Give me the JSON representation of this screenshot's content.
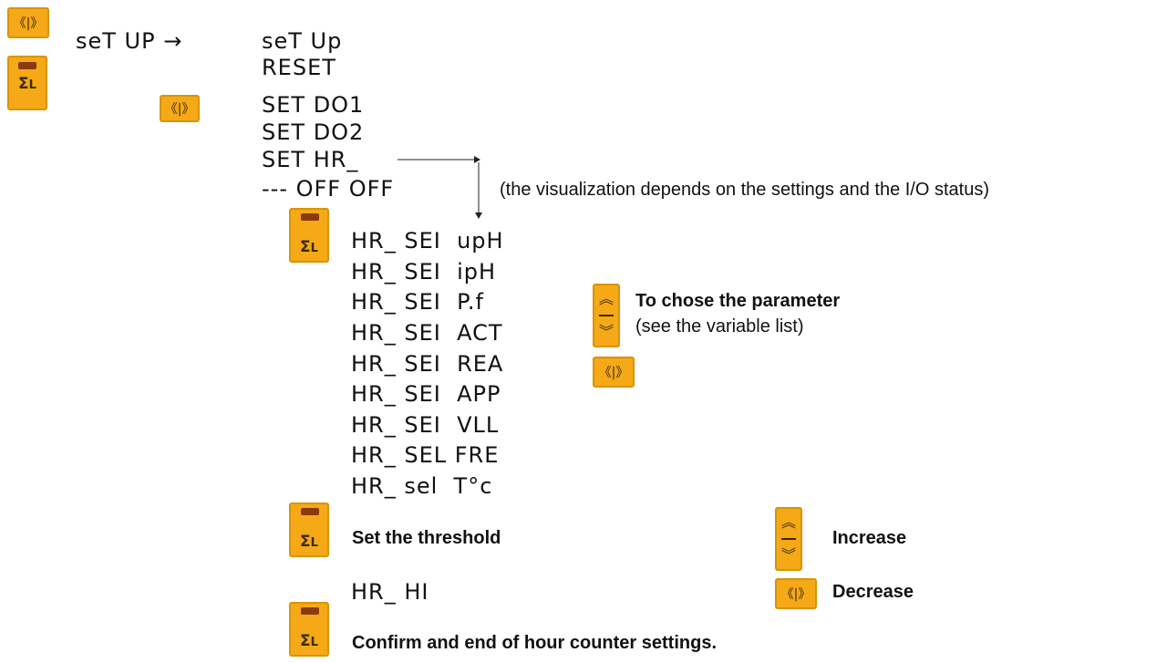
{
  "header": {
    "setup_label": "seT UP →"
  },
  "menu": {
    "items": [
      "seT Up",
      "RESET",
      "SET DO1",
      "SET DO2",
      "SET HR_",
      "--- OFF OFF"
    ]
  },
  "visualization_note": "(the visualization depends on the settings and the I/O status)",
  "hr_select": {
    "items": [
      "HR_ SEI  upH",
      "HR_ SEI  ipH",
      "HR_ SEI  P.f",
      "HR_ SEI  ACT",
      "HR_ SEI  REA",
      "HR_ SEI  APP",
      "HR_ SEI  VLL",
      "HR_ SEL FRE",
      "HR_ sel  T°c"
    ]
  },
  "choose_parameter": {
    "title": "To chose the parameter",
    "subtitle": "(see the variable list)"
  },
  "threshold": {
    "label": "Set the threshold",
    "display": "HR_ HI",
    "increase": "Increase",
    "decrease": "Decrease"
  },
  "confirm": {
    "label": "Confirm and end of hour counter settings."
  },
  "icons": {
    "left_right": "left-right-key-icon",
    "sigma": "sigma-l-key-icon",
    "up_down": "up-down-key-icon"
  },
  "colors": {
    "key_fill": "#f5a917",
    "key_border": "#d89405",
    "led": "#8a3a10"
  }
}
